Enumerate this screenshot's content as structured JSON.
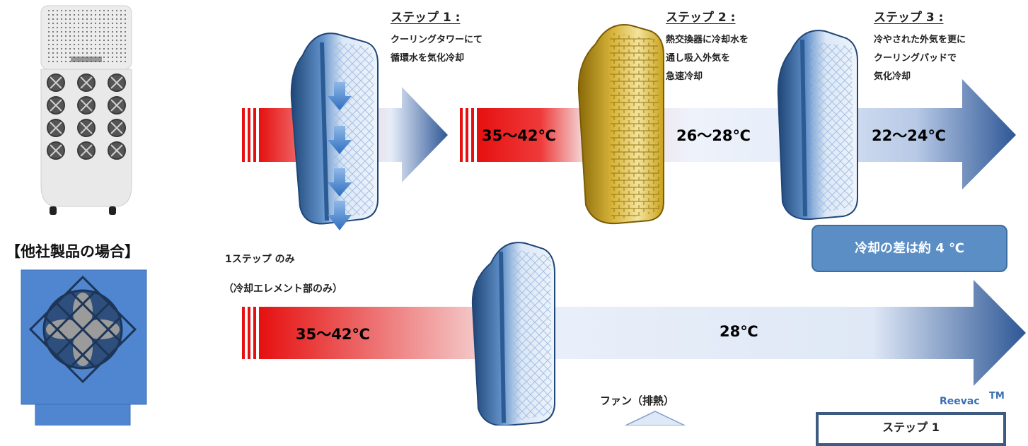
{
  "colors": {
    "hot": "#e61010",
    "cool_light": "#dfe8f7",
    "cool_dark": "#2e5796",
    "badge": "#5b8ec4",
    "gold": "#c9a21c"
  },
  "steps": [
    {
      "title": "ステップ 1 :",
      "lines": [
        "クーリングタワーにて",
        "循環水を気化冷却"
      ]
    },
    {
      "title": "ステップ 2 :",
      "lines": [
        "熱交換器に冷却水を",
        "通し吸入外気を",
        "急速冷却"
      ]
    },
    {
      "title": "ステップ 3 :",
      "lines": [
        "冷やされた外気を更に",
        "クーリングパッドで",
        "気化冷却"
      ]
    }
  ],
  "temps": {
    "hot": "35～42℃",
    "mid": "26～28℃",
    "cool": "22～24℃",
    "other_hot": "35～42℃",
    "other_out": "28℃"
  },
  "badge": "冷却の差は約 4 ℃",
  "competitor": {
    "heading": "【他社製品の場合】",
    "line1": "1ステップ のみ",
    "line2": "（冷却エレメント部のみ）",
    "fan": "ファン（排熱）"
  },
  "brand": {
    "name": "Reevac",
    "tm": "TM",
    "box_label": "ステップ 1"
  }
}
